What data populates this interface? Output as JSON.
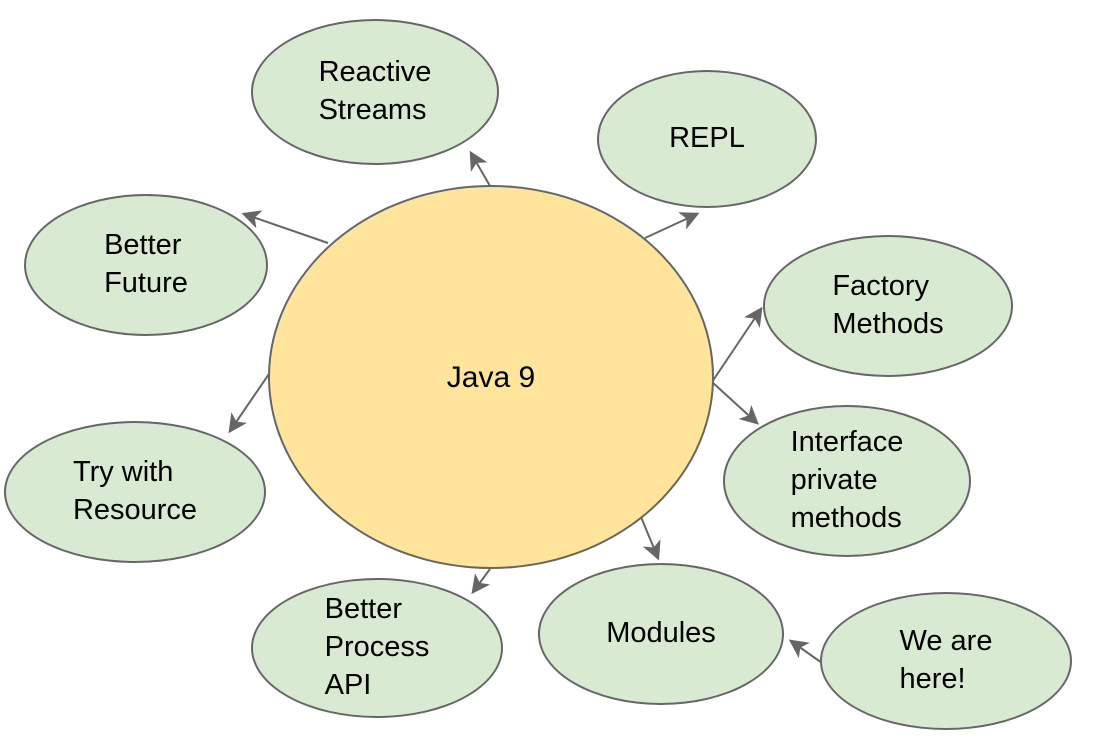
{
  "colors": {
    "node_fill": "#d9ead3",
    "node_stroke": "#666666",
    "center_fill": "#ffe49c",
    "arrow": "#666666",
    "background": "#ffffff",
    "text": "#000000"
  },
  "center": {
    "id": "java-9",
    "label": "Java 9"
  },
  "nodes": [
    {
      "id": "reactive-streams",
      "label": "Reactive Streams",
      "lines": [
        "Reactive",
        "Streams"
      ]
    },
    {
      "id": "repl",
      "label": "REPL",
      "lines": [
        "REPL"
      ]
    },
    {
      "id": "better-future",
      "label": "Better Future",
      "lines": [
        "Better",
        "Future"
      ]
    },
    {
      "id": "factory-methods",
      "label": "Factory Methods",
      "lines": [
        "Factory",
        "Methods"
      ]
    },
    {
      "id": "interface-private-methods",
      "label": "Interface private methods",
      "lines": [
        "Interface",
        "private",
        "methods"
      ]
    },
    {
      "id": "try-with-resource",
      "label": "Try with Resource",
      "lines": [
        "Try with",
        "Resource"
      ]
    },
    {
      "id": "better-process-api",
      "label": "Better Process API",
      "lines": [
        "Better",
        "Process",
        "API"
      ]
    },
    {
      "id": "modules",
      "label": "Modules",
      "lines": [
        "Modules"
      ]
    },
    {
      "id": "we-are-here",
      "label": "We are here!",
      "lines": [
        "We are",
        "here!"
      ]
    }
  ],
  "edges": [
    {
      "from": "java-9",
      "to": "reactive-streams"
    },
    {
      "from": "java-9",
      "to": "repl"
    },
    {
      "from": "java-9",
      "to": "better-future"
    },
    {
      "from": "java-9",
      "to": "try-with-resource"
    },
    {
      "from": "java-9",
      "to": "factory-methods"
    },
    {
      "from": "java-9",
      "to": "interface-private-methods"
    },
    {
      "from": "java-9",
      "to": "better-process-api"
    },
    {
      "from": "java-9",
      "to": "modules"
    },
    {
      "from": "we-are-here",
      "to": "modules"
    }
  ]
}
